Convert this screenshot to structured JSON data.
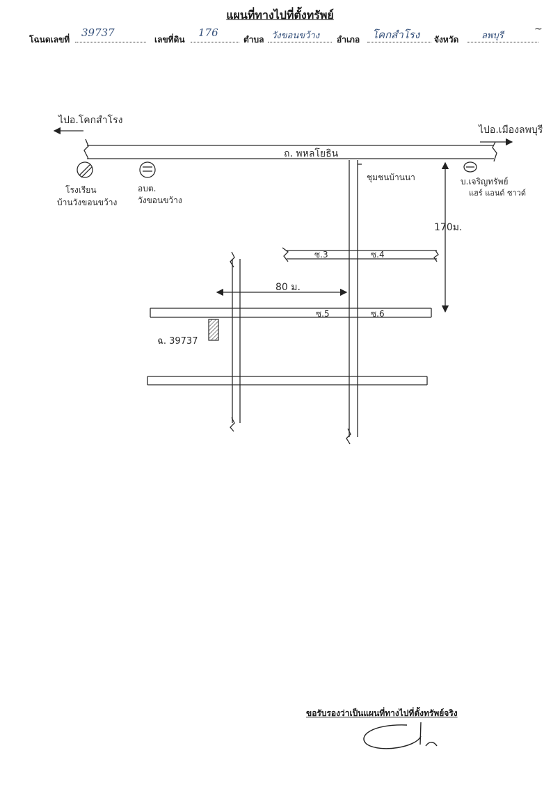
{
  "title": "แผนที่ทางไปที่ตั้งทรัพย์",
  "header": {
    "deed_label": "โฉนดเลขที่",
    "deed_value": "39737",
    "land_label": "เลขที่ดิน",
    "land_value": "176",
    "subdistrict_label": "ตำบล",
    "subdistrict_value": "วังขอนขว้าง",
    "district_label": "อำเภอ",
    "district_value": "โคกสำโรง",
    "province_label": "จังหวัด",
    "province_value": "ลพบุรี"
  },
  "map": {
    "to_left": "ไปอ.โคกสำโรง",
    "to_right": "ไปอ.เมืองลพบุรี",
    "main_road": "ถ. พหลโยธิน",
    "village": "ชุมชนบ้านนา",
    "school_line1": "โรงเรียน",
    "school_line2": "บ้านวังขอนขว้าง",
    "sao_line1": "อบต.",
    "sao_line2": "วังขอนขว้าง",
    "company_line1": "บ.เจริญทรัพย์",
    "company_line2": "แฮร์ แอนด์ ซาวด์",
    "distance_vertical": "170ม.",
    "distance_horizontal": "80 ม.",
    "soi3": "ซ.3",
    "soi4": "ซ.4",
    "soi5": "ซ.5",
    "soi6": "ซ.6",
    "parcel_label": "ฉ. 39737"
  },
  "footer": {
    "certify": "ขอรับรองว่าเป็นแผนที่ทางไปที่ตั้งทรัพย์จริง"
  }
}
